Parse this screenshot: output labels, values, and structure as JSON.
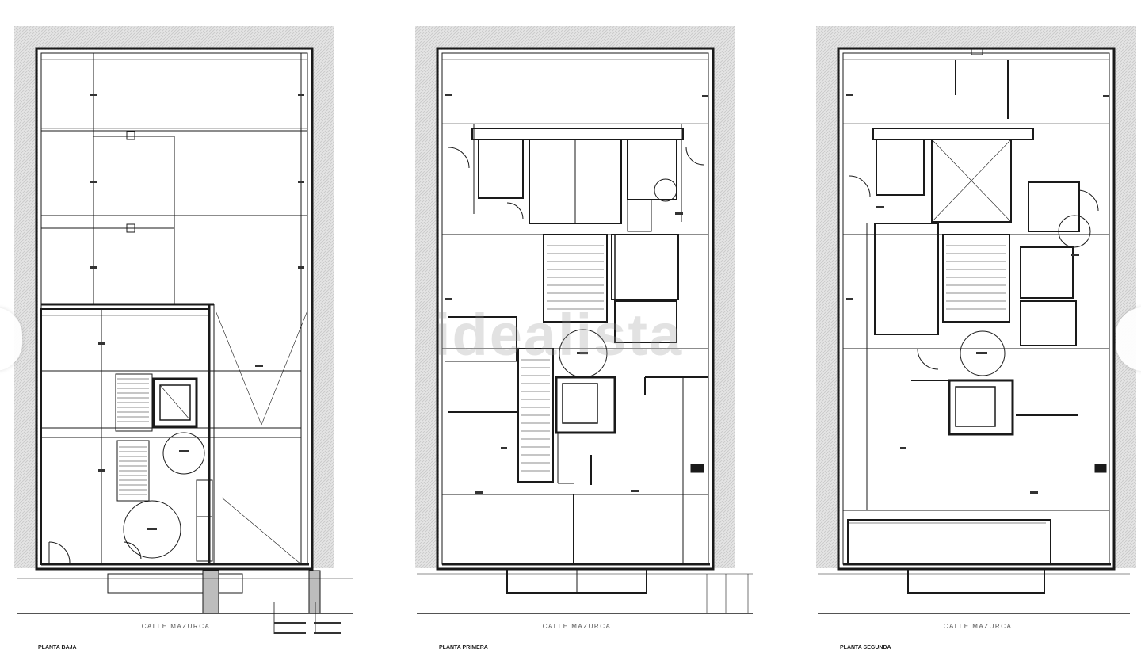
{
  "watermark": "idealista",
  "plans": [
    {
      "id": "ground",
      "title": "PLANTA BAJA",
      "street": "CALLE MAZURCA"
    },
    {
      "id": "first",
      "title": "PLANTA PRIMERA",
      "street": "CALLE MAZURCA"
    },
    {
      "id": "second",
      "title": "PLANTA SEGUNDA",
      "street": "CALLE MAZURCA"
    }
  ],
  "colors": {
    "line": "#1a1a1a",
    "hatch": "#d9d9d9",
    "text": "#555555"
  }
}
